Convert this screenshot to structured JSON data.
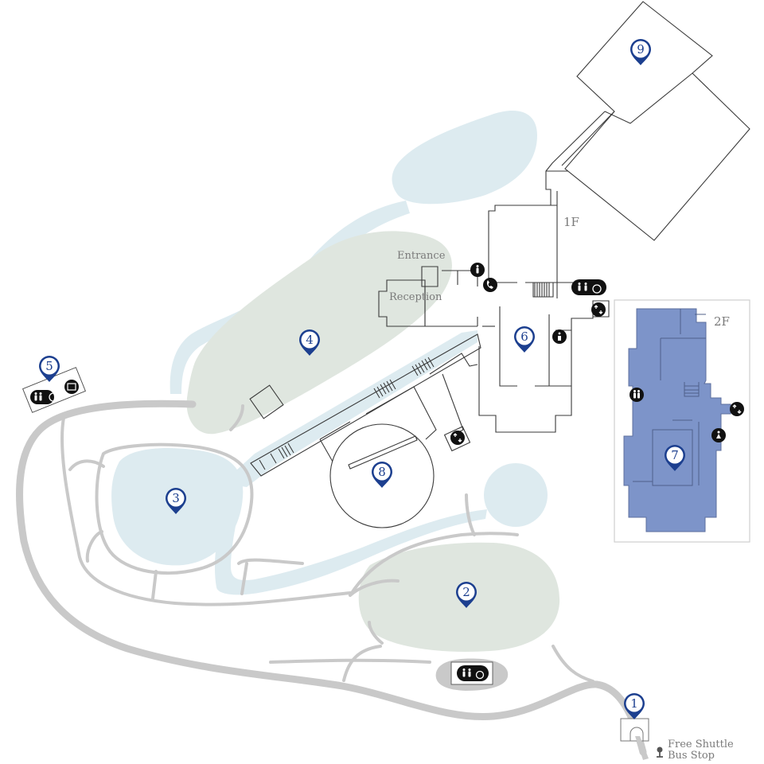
{
  "map": {
    "labels": {
      "entrance": "Entrance",
      "reception": "Reception",
      "floor_1": "1F",
      "floor_2": "2F",
      "bus_stop_line1": "Free Shuttle",
      "bus_stop_line2": "Bus Stop"
    },
    "markers": [
      {
        "id": "1",
        "label": "1"
      },
      {
        "id": "2",
        "label": "2"
      },
      {
        "id": "3",
        "label": "3"
      },
      {
        "id": "4",
        "label": "4"
      },
      {
        "id": "5",
        "label": "5"
      },
      {
        "id": "6",
        "label": "6"
      },
      {
        "id": "7",
        "label": "7"
      },
      {
        "id": "8",
        "label": "8"
      },
      {
        "id": "9",
        "label": "9"
      }
    ],
    "colors": {
      "water": "#ddebf0",
      "lawn": "#dfe6df",
      "path": "#c9c9c9",
      "floor_2_highlight": "#7d94c9",
      "marker": "#1c3f8f",
      "icon": "#111111"
    },
    "icons": [
      "restroom-icon",
      "accessible-icon",
      "telephone-icon",
      "info-icon",
      "elevator-icon",
      "locker-icon",
      "bus-stop-icon",
      "female-restroom-icon"
    ]
  }
}
